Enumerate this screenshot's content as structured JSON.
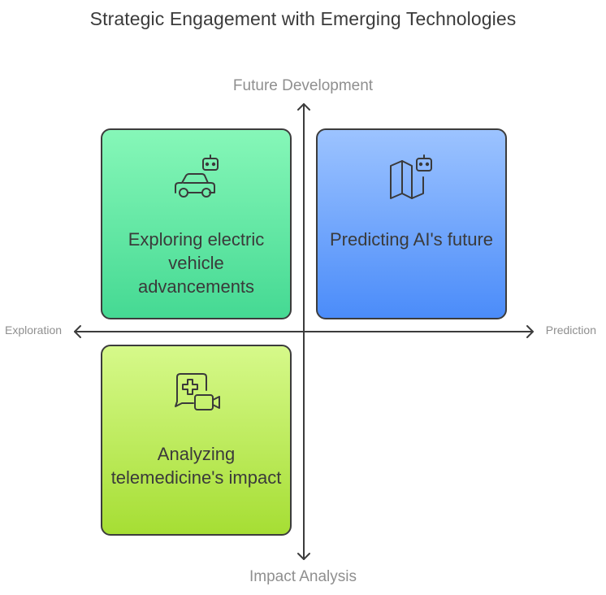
{
  "title": "Strategic Engagement with Emerging Technologies",
  "axes": {
    "top": "Future Development",
    "bottom": "Impact Analysis",
    "left": "Exploration",
    "right": "Prediction"
  },
  "quadrants": [
    {
      "position": "top-left",
      "label": "Exploring electric vehicle advancements",
      "icon": "car-robot-icon",
      "color": "#5ce6a2"
    },
    {
      "position": "top-right",
      "label": "Predicting AI's future",
      "icon": "map-robot-icon",
      "color": "#6aa3fc"
    },
    {
      "position": "bottom-left",
      "label": "Analyzing telemedicine's impact",
      "icon": "medical-chat-video-icon",
      "color": "#bdec5e"
    }
  ]
}
